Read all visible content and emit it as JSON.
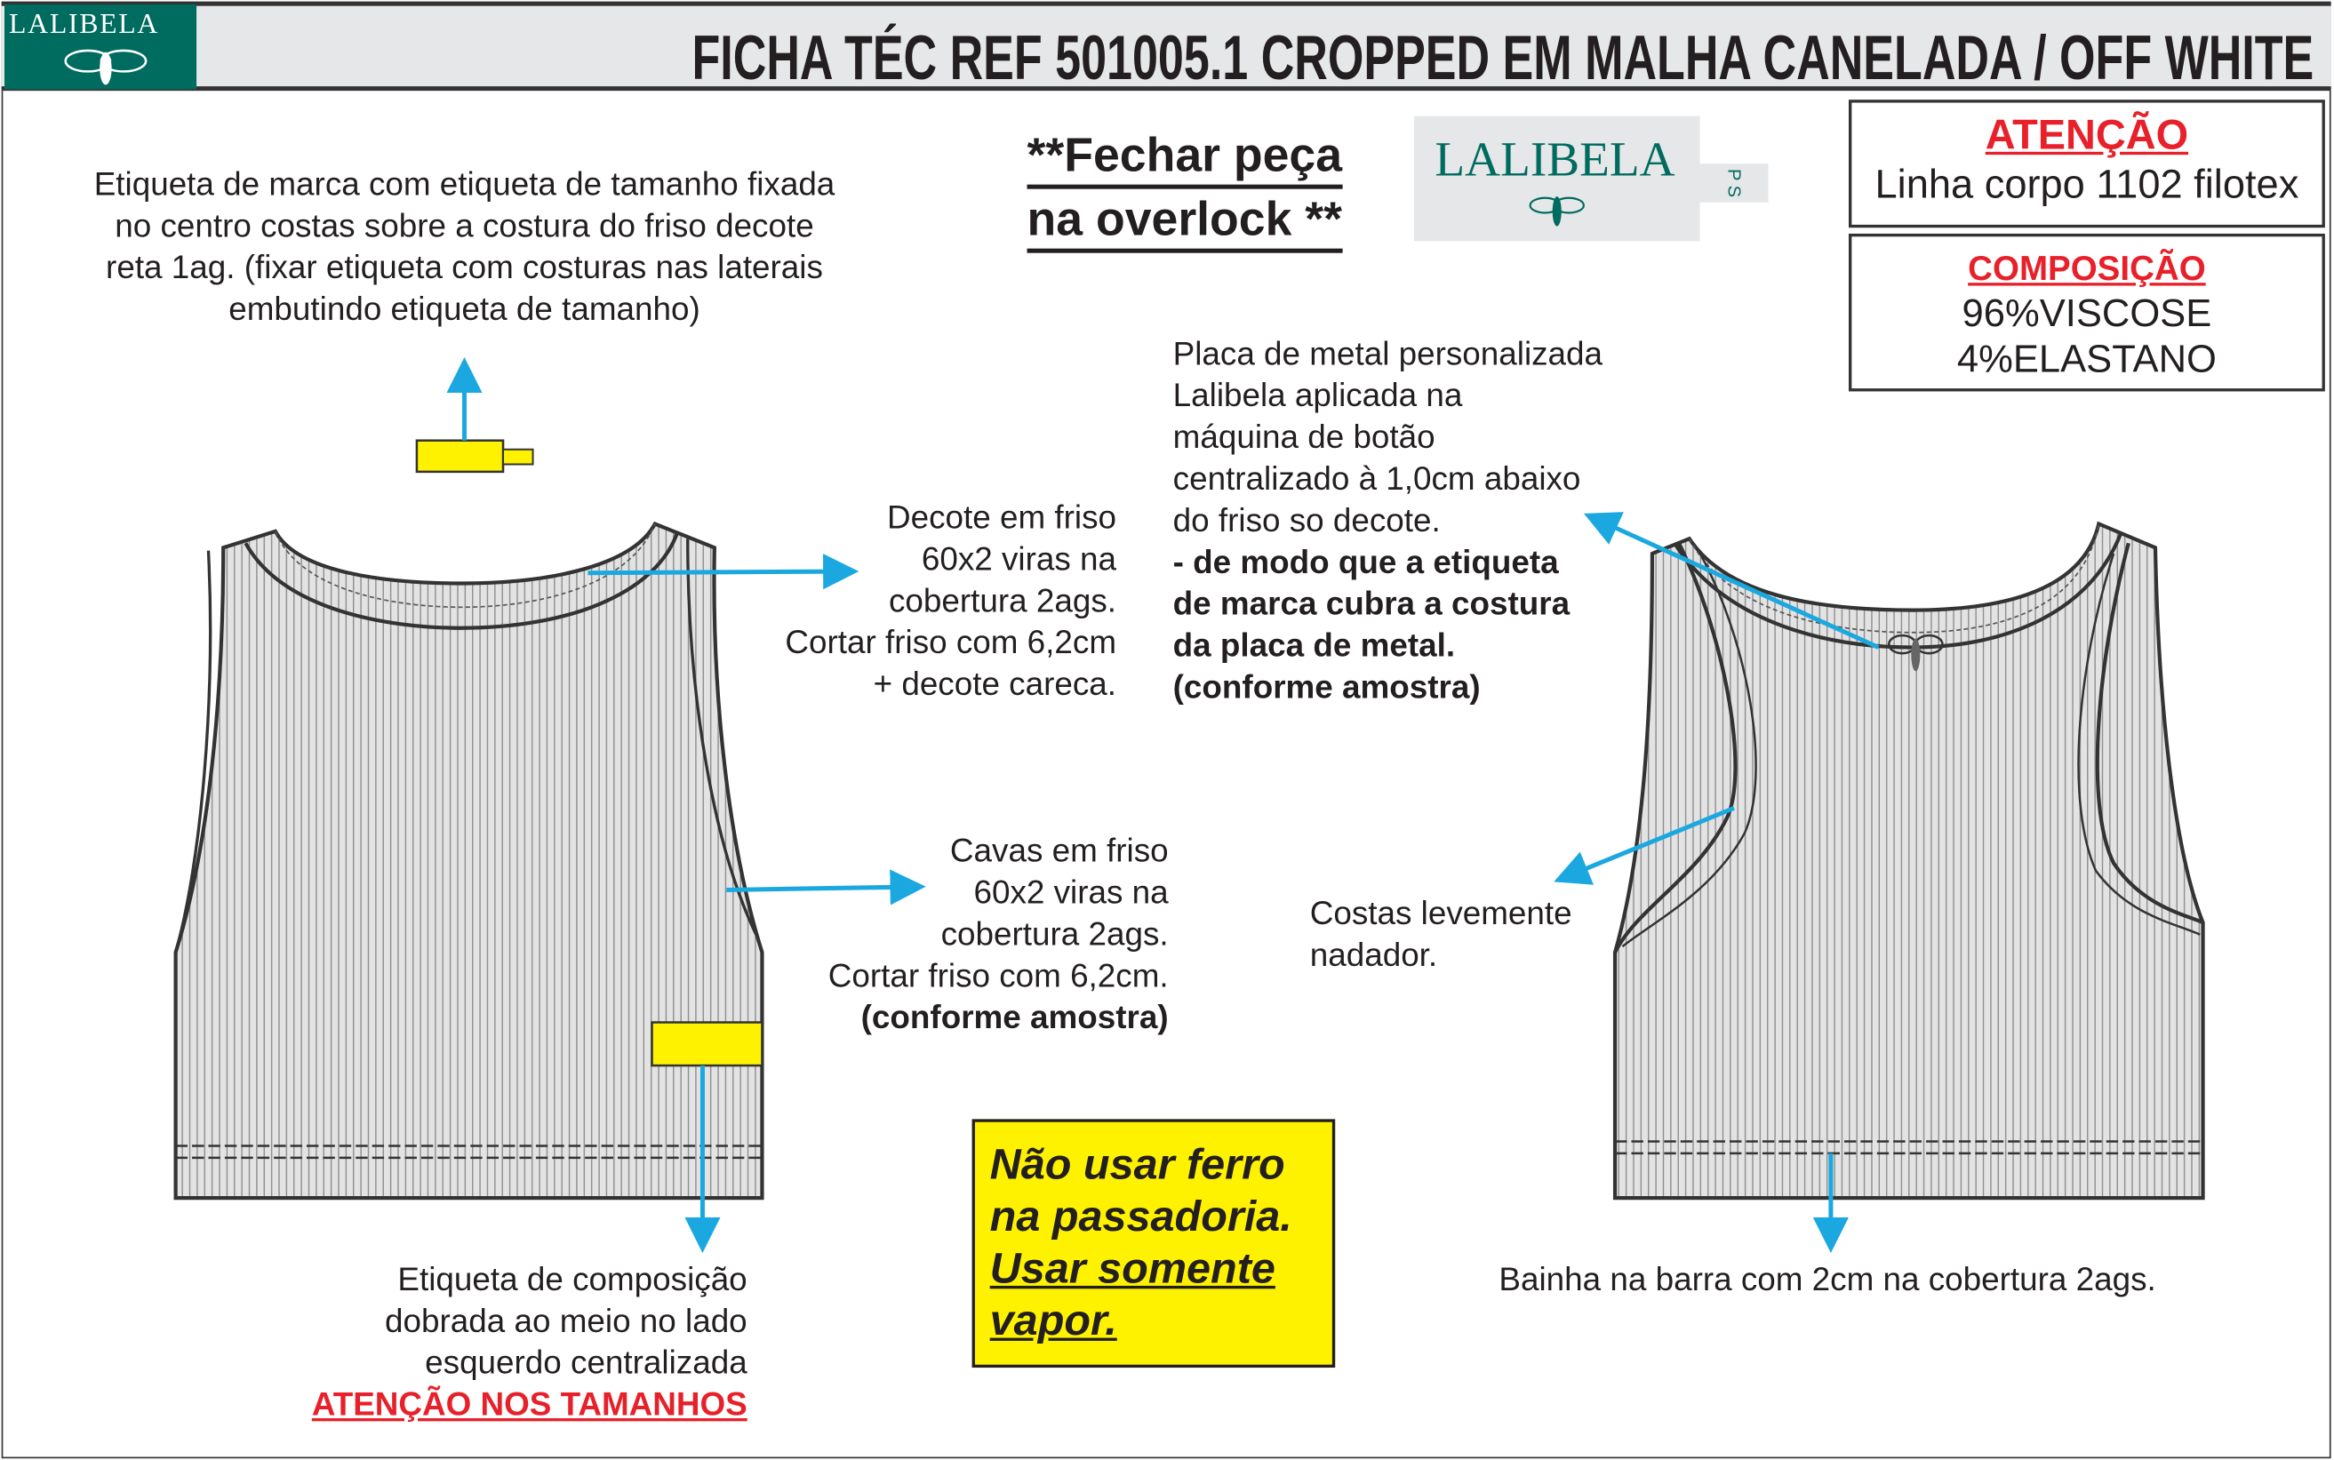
{
  "header": {
    "logo_text": "LALIBELA",
    "title": "FICHA TÉC REF 501005.1 CROPPED EM MALHA CANELADA / OFF WHITE"
  },
  "notes": {
    "label_note": [
      "Etiqueta de marca com etiqueta de tamanho fixada",
      "no centro costas sobre a costura do friso decote",
      "reta 1ag. (fixar etiqueta com costuras nas laterais",
      "embutindo etiqueta de tamanho)"
    ],
    "overlock": [
      "**Fechar peça",
      "na overlock **"
    ],
    "decote": [
      "Decote em friso",
      "60x2 viras na",
      "cobertura 2ags.",
      "Cortar friso com 6,2cm",
      "+ decote careca."
    ],
    "placa": [
      "Placa de metal personalizada",
      "Lalibela aplicada na",
      "máquina de botão",
      "centralizado à 1,0cm abaixo",
      "do friso so decote."
    ],
    "placa_bold": [
      "- de modo que a etiqueta",
      "de marca cubra a costura",
      "da placa de metal.",
      "(conforme amostra)"
    ],
    "cavas": [
      "Cavas em friso",
      "60x2 viras na",
      "cobertura 2ags.",
      "Cortar friso com 6,2cm."
    ],
    "cavas_bold": "(conforme amostra)",
    "costas": [
      "Costas levemente",
      "nadador."
    ],
    "composicao_label": [
      "Etiqueta de composição",
      "dobrada ao meio no lado",
      "esquerdo centralizada"
    ],
    "composicao_warning": "ATENÇÃO NOS TAMANHOS",
    "bainha": "Bainha na barra com 2cm na cobertura 2ags.",
    "iron": {
      "line1": "Não usar ferro",
      "line2": "na passadoria.",
      "line3": "Usar somente",
      "line4": "vapor."
    }
  },
  "brand_tag": {
    "name": "LALIBELA",
    "sizes": "P S"
  },
  "attention_box": {
    "heading": "ATENÇÃO",
    "text": "Linha corpo 1102 filotex"
  },
  "composition_box": {
    "heading": "COMPOSIÇÃO",
    "items": [
      "96%VISCOSE",
      "4%ELASTANO"
    ]
  },
  "colors": {
    "brand": "#006b5f",
    "arrow": "#1ba8e0",
    "highlight": "#fff200",
    "warning": "#e8202a"
  }
}
